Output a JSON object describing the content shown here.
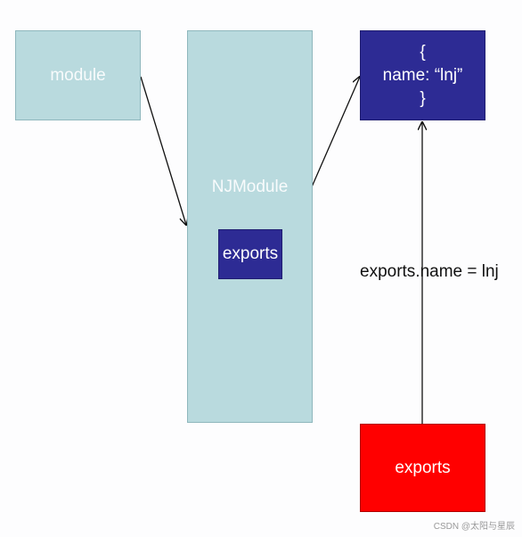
{
  "nodes": {
    "module": "module",
    "njmodule": "NJModule",
    "exports_inner": "exports",
    "object_open": "{",
    "object_body": "name: “lnj”",
    "object_close": "}",
    "exports_red": "exports"
  },
  "edge_label": "exports.name = lnj",
  "watermark": "CSDN @太阳与星辰",
  "colors": {
    "light_box": "#b9dade",
    "dark_box": "#2d2b94",
    "red_box": "#ff0000",
    "arrow": "#111111"
  }
}
